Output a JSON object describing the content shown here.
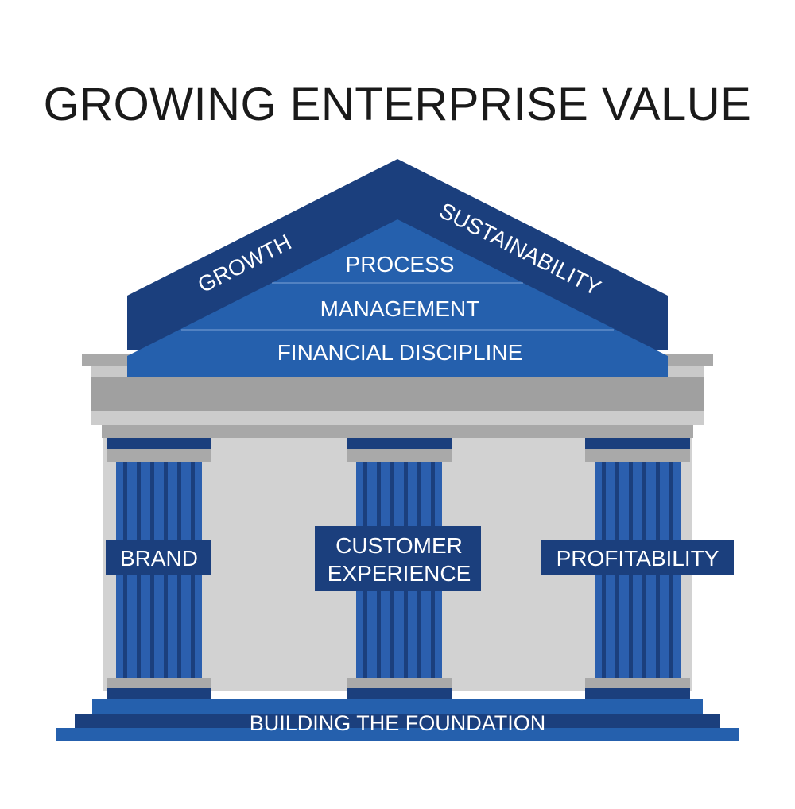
{
  "title": "GROWING ENTERPRISE VALUE",
  "roof": {
    "left_label": "GROWTH",
    "right_label": "SUSTAINABILITY",
    "tiers": [
      "PROCESS",
      "MANAGEMENT",
      "FINANCIAL DISCIPLINE"
    ]
  },
  "pillars": [
    {
      "lines": [
        "BRAND"
      ]
    },
    {
      "lines": [
        "CUSTOMER",
        "EXPERIENCE"
      ]
    },
    {
      "lines": [
        "PROFITABILITY"
      ]
    }
  ],
  "foundation": {
    "label": "BUILDING THE FOUNDATION"
  },
  "colors": {
    "navy": "#1b3f7d",
    "blue": "#2560ad",
    "column_blue": "#2b5fae",
    "grey": "#a5a5a5",
    "light_grey": "#d2d2d2",
    "label_bg": "#1b3f7d"
  }
}
